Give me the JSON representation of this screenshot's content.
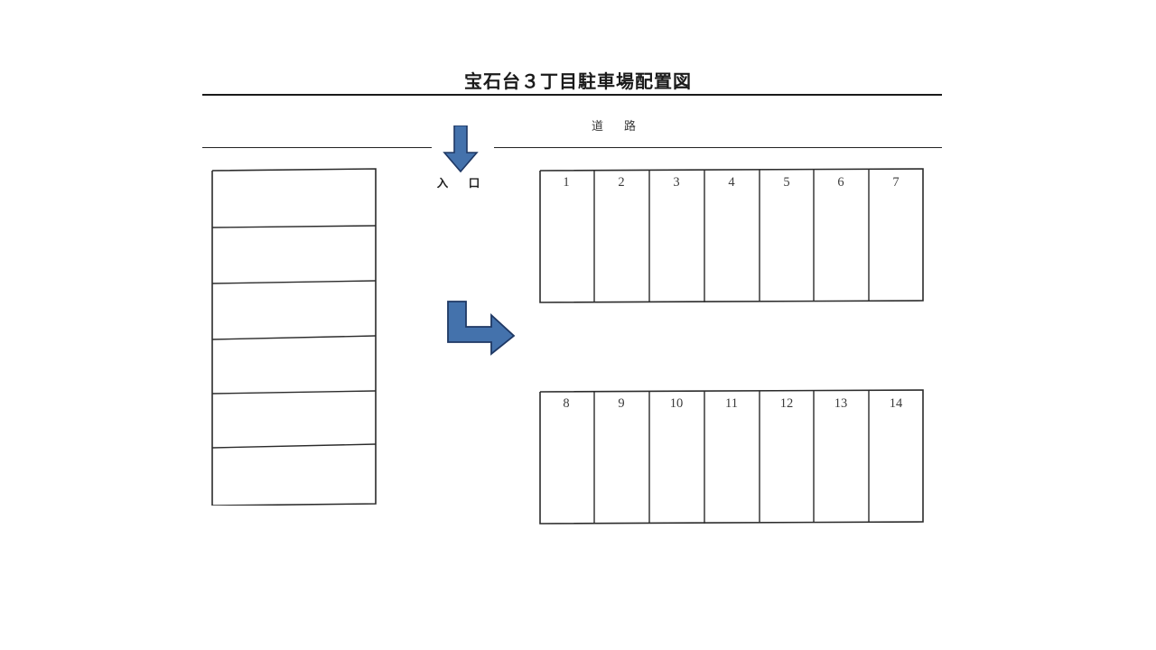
{
  "document": {
    "title": "宝石台３丁目駐車場配置図",
    "type": "parking-lot-layout-diagram"
  },
  "road": {
    "label": "道　路"
  },
  "entrance": {
    "label": "入　口",
    "arrow_icon": "arrow-down-icon",
    "arrow_color": "#4472AC",
    "arrow_outline_color": "#1F3864"
  },
  "internal_route": {
    "arrow_icon": "arrow-bent-down-right-icon",
    "arrow_color": "#4472AC",
    "arrow_outline_color": "#1F3864"
  },
  "building": {
    "name": "building-block",
    "unit_count": 6,
    "units": [
      "",
      "",
      "",
      "",
      "",
      ""
    ]
  },
  "parking": {
    "row_top": {
      "name": "parking-row-top",
      "stalls": [
        "1",
        "2",
        "3",
        "4",
        "5",
        "6",
        "7"
      ]
    },
    "row_bottom": {
      "name": "parking-row-bottom",
      "stalls": [
        "8",
        "9",
        "10",
        "11",
        "12",
        "13",
        "14"
      ]
    },
    "total_stalls": "14"
  },
  "colors": {
    "line": "#222222",
    "text": "#1a1a1a",
    "accent": "#4472AC"
  }
}
